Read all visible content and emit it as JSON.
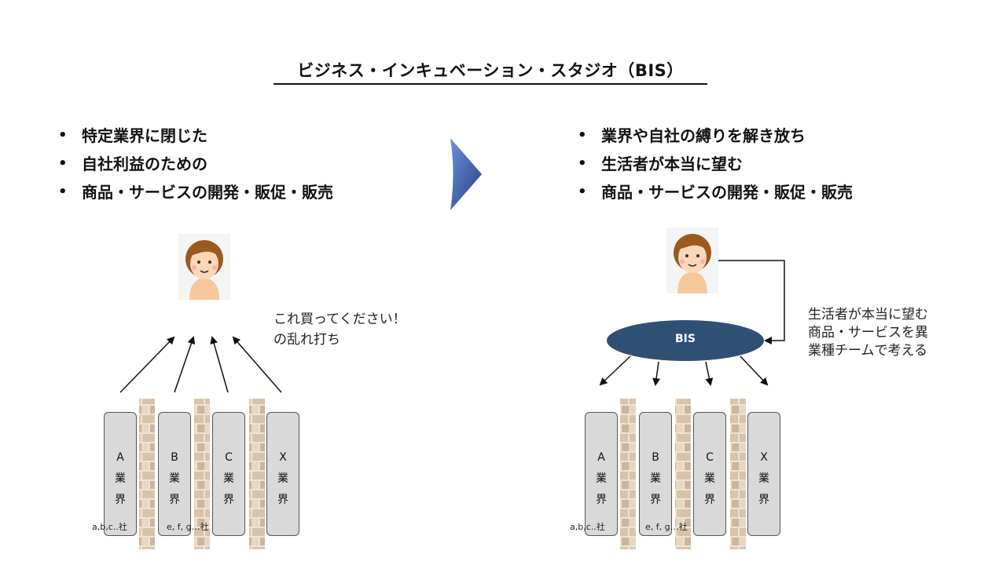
{
  "title": "ビジネス・インキュベーション・スタジオ（BIS）",
  "left": {
    "bullets": [
      "特定業界に閉じた",
      "自社利益のための",
      "商品・サービスの開発・販促・販売"
    ],
    "caption_line1": "これ買ってください！",
    "caption_line2": "の乱れ打ち",
    "industries": [
      {
        "letter": "A",
        "c1": "業",
        "c2": "界"
      },
      {
        "letter": "B",
        "c1": "業",
        "c2": "界"
      },
      {
        "letter": "C",
        "c1": "業",
        "c2": "界"
      },
      {
        "letter": "X",
        "c1": "業",
        "c2": "界"
      }
    ],
    "note1": "a,b,c..社",
    "note2": "e, f, g…社"
  },
  "right": {
    "bullets": [
      "業界や自社の縛りを解き放ち",
      "生活者が本当に望む",
      "商品・サービスの開発・販促・販売"
    ],
    "bis_label": "BIS",
    "caption_line1": "生活者が本当に望む",
    "caption_line2": "商品・サービスを異",
    "caption_line3": "業種チームで考える",
    "industries": [
      {
        "letter": "A",
        "c1": "業",
        "c2": "界"
      },
      {
        "letter": "B",
        "c1": "業",
        "c2": "界"
      },
      {
        "letter": "C",
        "c1": "業",
        "c2": "界"
      },
      {
        "letter": "X",
        "c1": "業",
        "c2": "界"
      }
    ],
    "note1": "a,b,c..社",
    "note2": "e, f, g…社"
  },
  "colors": {
    "ellipse": "#2f5074",
    "arrow_triangle": "#3a5aa8",
    "box": "#d9d9d9",
    "skin": "#fbd7b8",
    "hair": "#9a5a1e",
    "shirt": "#f6c79a"
  }
}
